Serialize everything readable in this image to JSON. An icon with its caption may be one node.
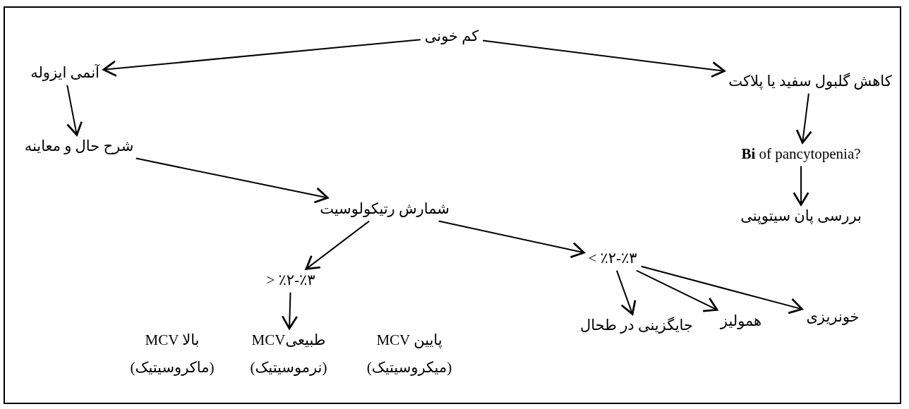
{
  "diagram": {
    "nodes": [
      {
        "text": [
          "کم خونی"
        ]
      },
      {
        "text": [
          "آنمی ایزوله"
        ]
      },
      {
        "text": [
          "شرح حال و معاینه"
        ]
      },
      {
        "text": [
          "کاهش گلبول سفید یا پلاکت"
        ]
      },
      {
        "text": [
          "**Bi** of  pancytopenia?"
        ]
      },
      {
        "text": [
          "بررسی پان سیتوپنی"
        ]
      },
      {
        "text": [
          "شمارش رتیکولوسیت"
        ]
      },
      {
        "text": [
          "> ٪۲-٪۳"
        ]
      },
      {
        "text": [
          "< ٪۲-٪۳"
        ]
      },
      {
        "text": [
          "جایگزینی در طحال"
        ]
      },
      {
        "text": [
          "همولیز"
        ]
      },
      {
        "text": [
          "خونریزی"
        ]
      },
      {
        "text": [
          "MCV بالا",
          "(ماکروسیتیک)"
        ]
      },
      {
        "text": [
          "MCVطبیعی",
          "(نرموسیتیک)"
        ]
      },
      {
        "text": [
          "MCV پایین",
          "(میکروسیتیک)"
        ]
      }
    ],
    "edges": [
      {
        "from": 0,
        "to": 1,
        "arrow": "to"
      },
      {
        "from": 0,
        "to": 3,
        "arrow": "to"
      },
      {
        "from": 1,
        "to": 2,
        "arrow": "to"
      },
      {
        "from": 2,
        "to": 6,
        "arrow": "to"
      },
      {
        "from": 3,
        "to": 4,
        "arrow": "to"
      },
      {
        "from": 4,
        "to": 5,
        "arrow": "to"
      },
      {
        "from": 6,
        "to": 7,
        "arrow": "to"
      },
      {
        "from": 6,
        "to": 8,
        "arrow": "to"
      },
      {
        "from": 7,
        "to": 13,
        "arrow": "to"
      },
      {
        "from": 8,
        "to": 9,
        "arrow": "to"
      },
      {
        "from": 8,
        "to": 10,
        "arrow": "to"
      },
      {
        "from": 8,
        "to": 11,
        "arrow": "to"
      }
    ]
  }
}
